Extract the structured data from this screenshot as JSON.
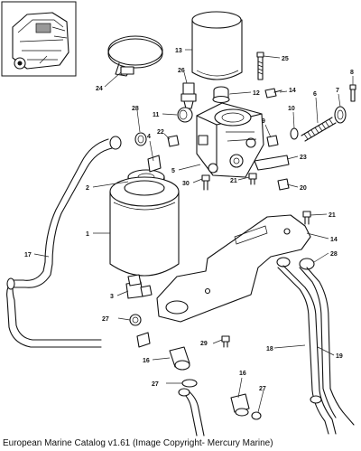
{
  "footer": "European Marine Catalog v1.61 (Image Copyright- Mercury Marine)",
  "callouts": [
    {
      "label": "1"
    },
    {
      "label": "2"
    },
    {
      "label": "3"
    },
    {
      "label": "4"
    },
    {
      "label": "5"
    },
    {
      "label": "6"
    },
    {
      "label": "7"
    },
    {
      "label": "8"
    },
    {
      "label": "9"
    },
    {
      "label": "10"
    },
    {
      "label": "11"
    },
    {
      "label": "12"
    },
    {
      "label": "13"
    },
    {
      "label": "14"
    },
    {
      "label": "14"
    },
    {
      "label": "16"
    },
    {
      "label": "16"
    },
    {
      "label": "17"
    },
    {
      "label": "18"
    },
    {
      "label": "19"
    },
    {
      "label": "20"
    },
    {
      "label": "21"
    },
    {
      "label": "21"
    },
    {
      "label": "22"
    },
    {
      "label": "23"
    },
    {
      "label": "24"
    },
    {
      "label": "25"
    },
    {
      "label": "26"
    },
    {
      "label": "27"
    },
    {
      "label": "27"
    },
    {
      "label": "27"
    },
    {
      "label": "28"
    },
    {
      "label": "28"
    },
    {
      "label": "29"
    },
    {
      "label": "30"
    }
  ]
}
